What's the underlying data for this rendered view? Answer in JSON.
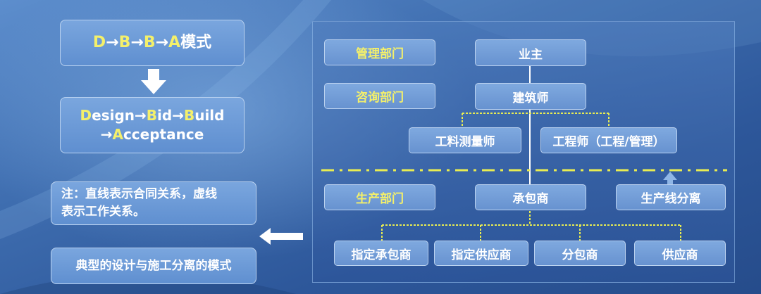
{
  "left": {
    "title_box": {
      "p1": "D",
      "s1": "→",
      "p2": "B",
      "s2": "→",
      "p3": "B",
      "s3": "→",
      "p4": "A",
      "suffix": "模式"
    },
    "expand_box": {
      "l1_hl1": "D",
      "l1_t1": "esign→",
      "l1_hl2": "B",
      "l1_t2": "id→",
      "l1_hl3": "B",
      "l1_t3": "uild",
      "l2_t1": "→",
      "l2_hl1": "A",
      "l2_t2": "cceptance"
    },
    "note_line1": "注：直线表示合同关系，虚线",
    "note_line2": "表示工作关系。",
    "caption": "典型的设计与施工分离的模式"
  },
  "org": {
    "management_dept": "管理部门",
    "consulting_dept": "咨询部门",
    "production_dept": "生产部门",
    "owner": "业主",
    "architect": "建筑师",
    "quantity_surveyor": "工料测量师",
    "engineer": "工程师（工程/管理）",
    "contractor": "承包商",
    "line_subcontractor": "生产线分离",
    "nominated_contractor": "指定承包商",
    "nominated_supplier": "指定供应商",
    "subcontractor": "分包商",
    "supplier": "供应商"
  },
  "colors": {
    "highlight": "#f4f06a",
    "box_fill": "#6792d0",
    "dashed_line": "#e8ec52",
    "solid_line": "#ffffff"
  }
}
